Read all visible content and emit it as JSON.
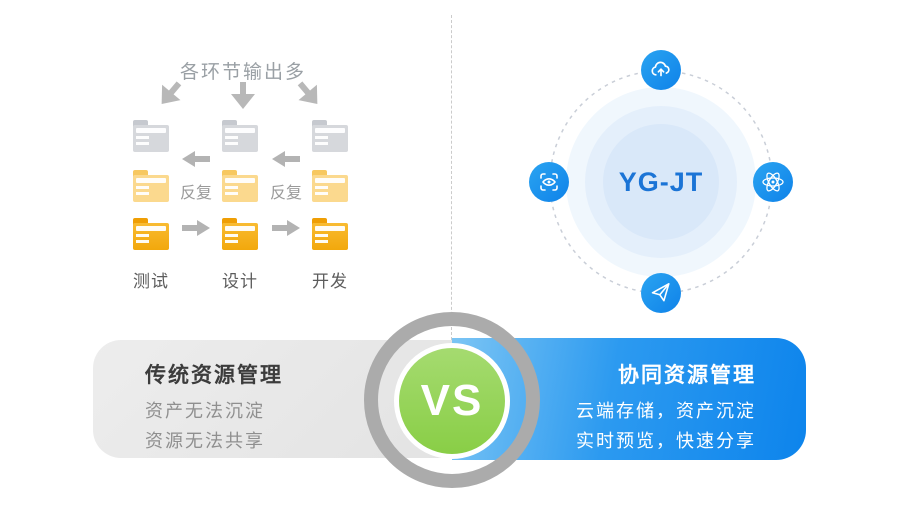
{
  "left_panel": {
    "title": "各环节输出多",
    "repeat_label": "反复",
    "stages": [
      "测试",
      "设计",
      "开发"
    ],
    "folder_rows": [
      "gray",
      "light-orange",
      "orange"
    ]
  },
  "right_panel": {
    "center_label": "YG-JT",
    "icons": [
      {
        "name": "cloud-upload-icon"
      },
      {
        "name": "preview-scan-icon"
      },
      {
        "name": "atom-icon"
      },
      {
        "name": "send-plane-icon"
      }
    ]
  },
  "comparison": {
    "vs_label": "VS",
    "left": {
      "title": "传统资源管理",
      "lines": [
        "资产无法沉淀",
        "资源无法共享"
      ]
    },
    "right": {
      "title": "协同资源管理",
      "lines": [
        "云端存储，资产沉淀",
        "实时预览，快速分享"
      ]
    }
  },
  "colors": {
    "accent_blue": "#1489ea",
    "brand_text_blue": "#1b74d6",
    "banner_blue_start": "#7cc5f4",
    "banner_blue_end": "#0d84ec",
    "banner_gray": "#e9e9e9",
    "vs_green": "#8ccf4a",
    "ring_gray": "#ababab",
    "folder_orange": "#f6ad18",
    "folder_light_orange": "#fbd98e",
    "folder_gray": "#d6d8dc",
    "arrow_gray": "#b5b5b5"
  }
}
